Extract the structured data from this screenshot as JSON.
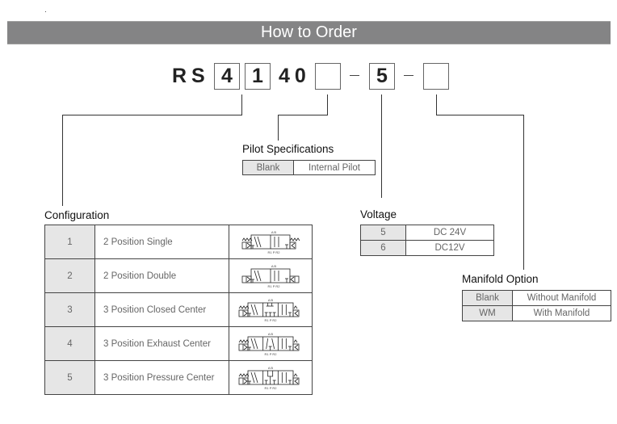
{
  "banner": {
    "title": "How to Order"
  },
  "order_code": {
    "prefix": "RS",
    "segments": [
      {
        "value": "4",
        "boxed": true
      },
      {
        "value": "1",
        "boxed": true
      },
      {
        "value": "40",
        "boxed": false
      },
      {
        "value": "",
        "boxed": true
      },
      {
        "value": "5",
        "boxed": true
      },
      {
        "value": "",
        "boxed": true
      }
    ],
    "separator": "—"
  },
  "pilot_specifications": {
    "title": "Pilot Specifications",
    "rows": [
      {
        "code": "Blank",
        "description": "Internal Pilot"
      }
    ]
  },
  "configuration": {
    "title": "Configuration",
    "rows": [
      {
        "code": "1",
        "description": "2 Position Single",
        "symbol": "2-position-single-valve-symbol"
      },
      {
        "code": "2",
        "description": "2 Position Double",
        "symbol": "2-position-double-valve-symbol"
      },
      {
        "code": "3",
        "description": "3 Position Closed Center",
        "symbol": "3-position-closed-center-valve-symbol"
      },
      {
        "code": "4",
        "description": "3 Position Exhaust Center",
        "symbol": "3-position-exhaust-center-valve-symbol"
      },
      {
        "code": "5",
        "description": "3 Position Pressure Center",
        "symbol": "3-position-pressure-center-valve-symbol"
      }
    ],
    "symbol_port_labels": {
      "top": "A B",
      "bottom": "R1 P R2"
    }
  },
  "voltage": {
    "title": "Voltage",
    "rows": [
      {
        "code": "5",
        "description": "DC 24V"
      },
      {
        "code": "6",
        "description": "DC12V"
      }
    ]
  },
  "manifold_option": {
    "title": "Manifold Option",
    "rows": [
      {
        "code": "Blank",
        "description": "Without Manifold"
      },
      {
        "code": "WM",
        "description": "With Manifold"
      }
    ]
  },
  "colors": {
    "banner": "#848485",
    "key_cell": "#e6e6e6",
    "line": "#333333"
  }
}
